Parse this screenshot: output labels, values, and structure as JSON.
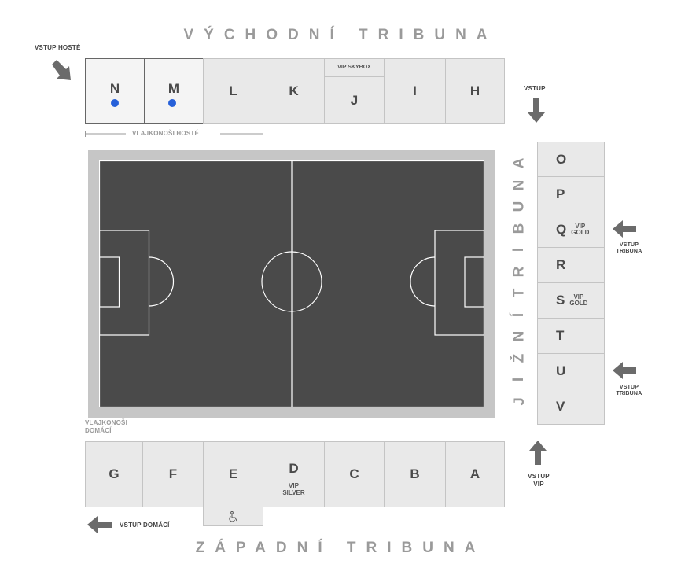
{
  "stands": {
    "east": "VÝCHODNÍ TRIBUNA",
    "west": "ZÁPADNÍ TRIBUNA",
    "south_letters": [
      "J",
      "I",
      "Ž",
      "N",
      "Í",
      "T",
      "R",
      "I",
      "B",
      "U",
      "N",
      "A"
    ]
  },
  "entrances": {
    "guests": "VSTUP HOSTÉ",
    "east": "VSTUP",
    "home": "VSTUP DOMÁCÍ",
    "vip_line1": "VSTUP",
    "vip_line2": "VIP",
    "tribune_line1": "VSTUP",
    "tribune_line2": "TRIBUNA"
  },
  "labels": {
    "guest_flags": "VLAJKONOŠI HOSTÉ",
    "home_flags_line1": "VLAJKONOŠI",
    "home_flags_line2": "DOMÁCÍ",
    "vip_skybox": "VIP SKYBOX",
    "vip_silver_line1": "VIP",
    "vip_silver_line2": "SILVER",
    "vip_gold_line1": "VIP",
    "vip_gold_line2": "GOLD"
  },
  "sectors": {
    "east": [
      "N",
      "M",
      "L",
      "K",
      "J",
      "I",
      "H"
    ],
    "west": [
      "G",
      "F",
      "E",
      "D",
      "C",
      "B",
      "A"
    ],
    "south": [
      "O",
      "P",
      "Q",
      "R",
      "S",
      "T",
      "U",
      "V"
    ]
  },
  "icons": {
    "wheelchair": "wheelchair-icon",
    "arrow": "arrow-icon",
    "guest_marker": "dot-marker"
  },
  "colors": {
    "pitch": "#4a4a4a",
    "pitch_border": "#c6c6c6",
    "sector": "#e9e9e9",
    "arrow": "#6b6b6b",
    "marker": "#2660d9",
    "title": "#9a9a9a"
  }
}
